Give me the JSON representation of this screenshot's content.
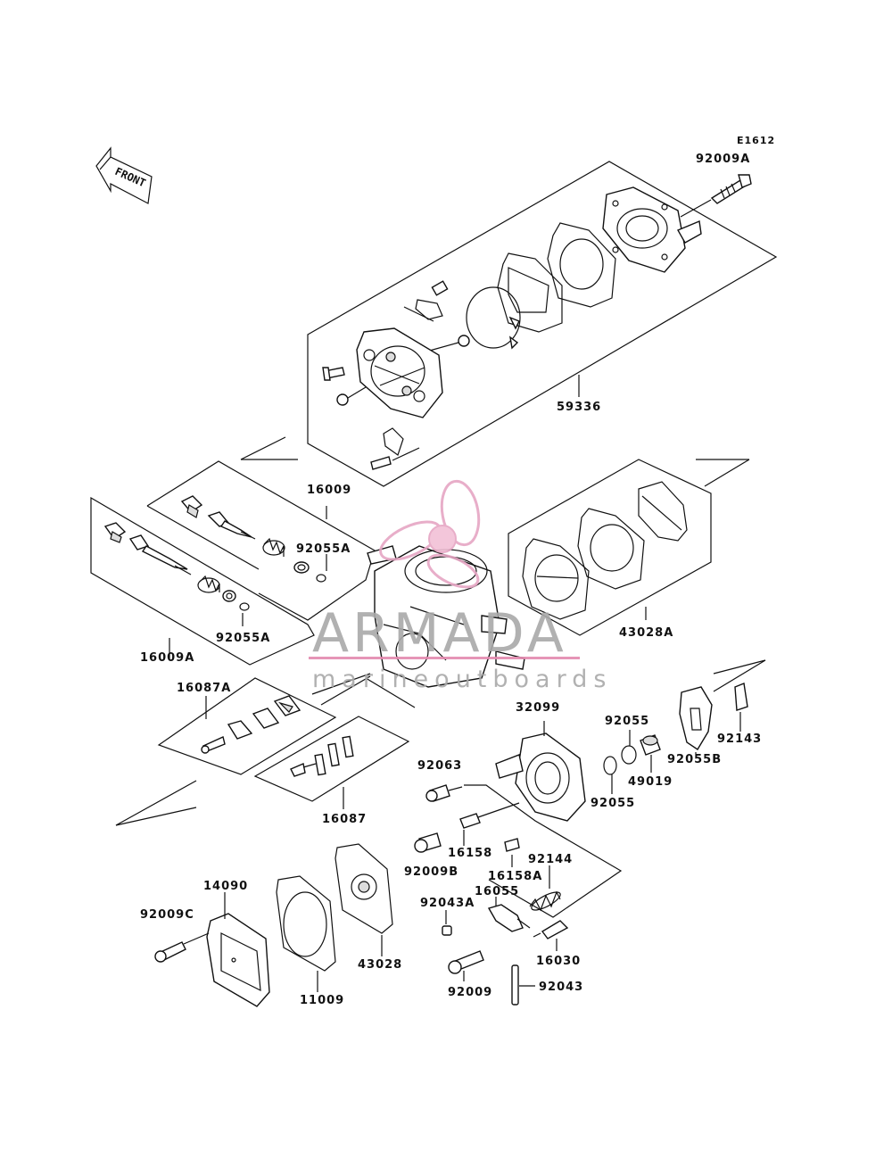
{
  "diagram_code": "E1612",
  "front_arrow": {
    "text": "FRONT",
    "icon": "front-arrow-icon"
  },
  "watermark": {
    "title": "ARMADA",
    "subtitle": "marineoutboards",
    "colors": {
      "logo": "#e6a6c4",
      "text": "#a9a9a9",
      "stripe": "#e48ab0"
    }
  },
  "parts": {
    "p_92009A": "92009A",
    "p_59336": "59336",
    "p_16009": "16009",
    "p_92055A_top": "92055A",
    "p_92055A_bot": "92055A",
    "p_16009A": "16009A",
    "p_43028A": "43028A",
    "p_16087A": "16087A",
    "p_16087": "16087",
    "p_32099": "32099",
    "p_92055_top": "92055",
    "p_92055_bot": "92055",
    "p_49019": "49019",
    "p_92055B": "92055B",
    "p_92143": "92143",
    "p_92063": "92063",
    "p_16158": "16158",
    "p_16158A": "16158A",
    "p_92009B": "92009B",
    "p_92144": "92144",
    "p_16055": "16055",
    "p_92043A": "92043A",
    "p_14090": "14090",
    "p_92009C": "92009C",
    "p_43028": "43028",
    "p_11009": "11009",
    "p_16030": "16030",
    "p_92009": "92009",
    "p_92043": "92043"
  }
}
